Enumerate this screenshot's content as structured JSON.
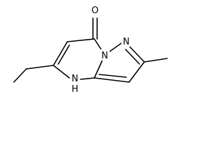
{
  "structure": {
    "atoms": {
      "oxygen": "O",
      "nh_nitrogen": "N",
      "nh_hydrogen": "H",
      "bridge_nitrogen": "N",
      "pyrazole_nitrogen": "N"
    }
  }
}
